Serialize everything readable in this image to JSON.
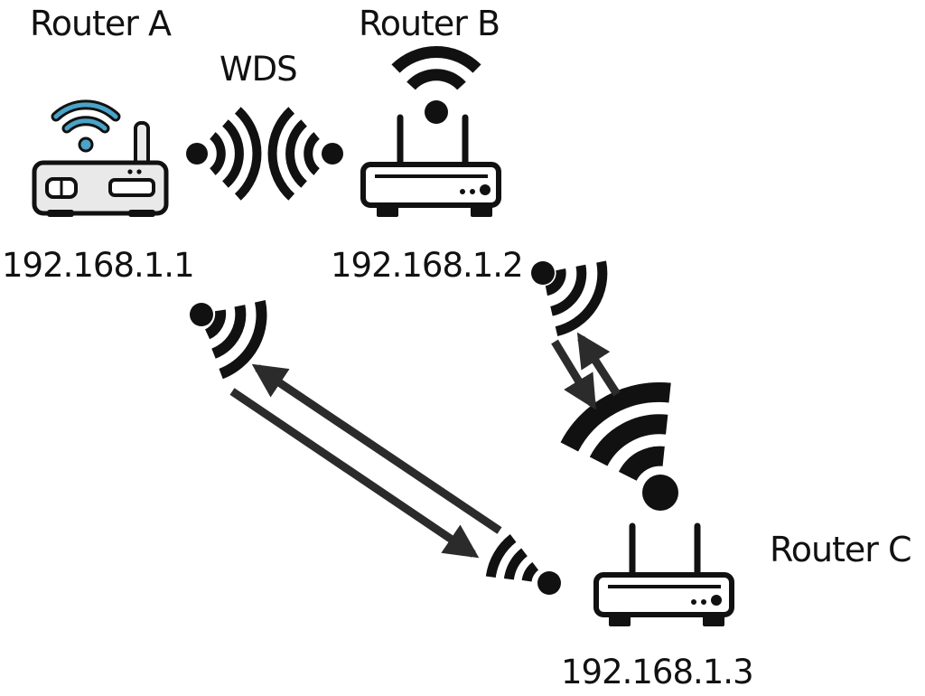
{
  "diagram": {
    "wds_label": "WDS",
    "routers": [
      {
        "name": "Router A",
        "ip": "192.168.1.1"
      },
      {
        "name": "Router B",
        "ip": "192.168.1.2"
      },
      {
        "name": "Router C",
        "ip": "192.168.1.3"
      }
    ],
    "colors": {
      "ink": "#111111",
      "accent_blue": "#4aa3c8",
      "router_a_body": "#e9e9e9",
      "arrow": "#2b2b2b"
    },
    "icons": [
      "router-icon",
      "wifi-icon",
      "wds-link-icon",
      "double-arrow-icon"
    ]
  }
}
